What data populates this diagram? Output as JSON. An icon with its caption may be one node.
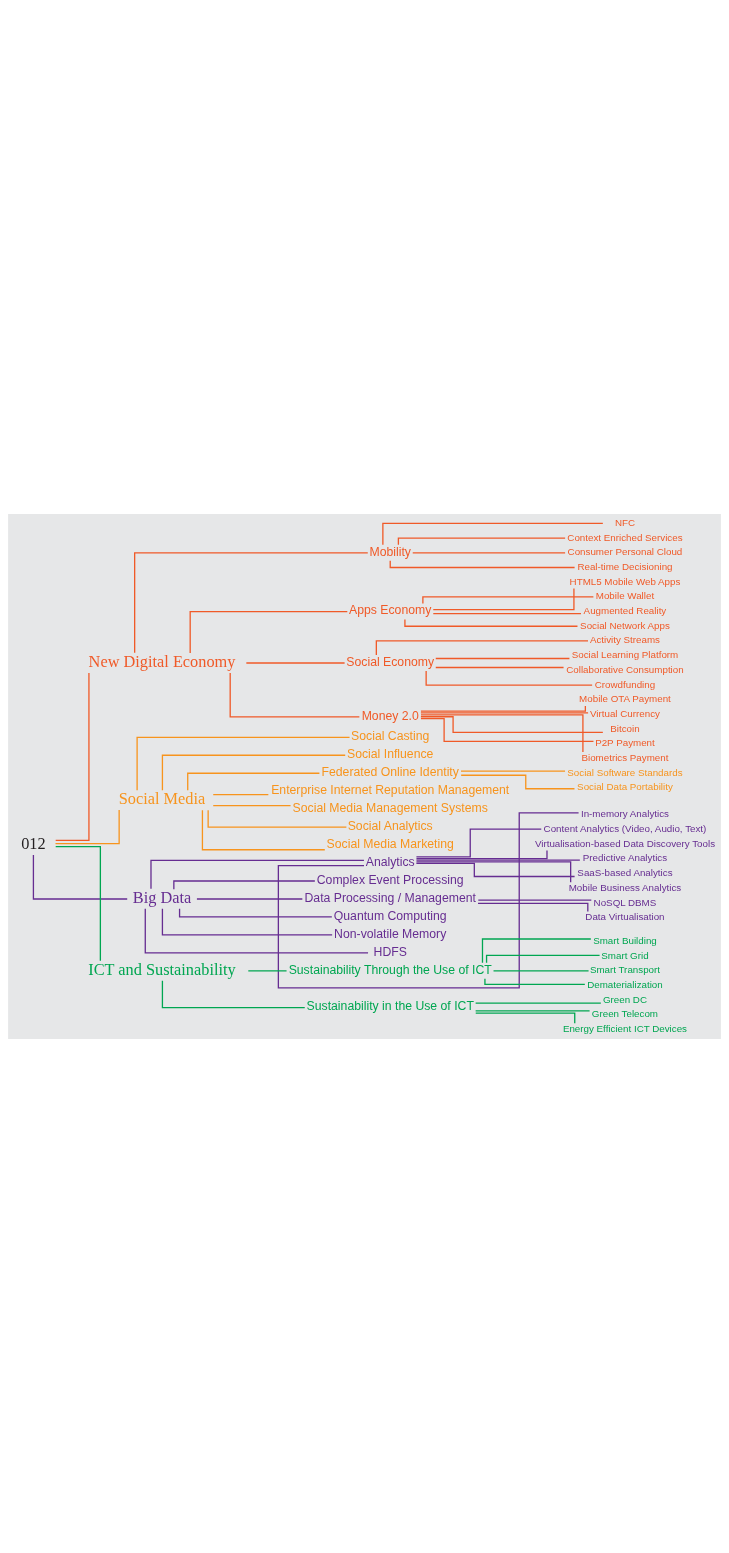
{
  "diagram": {
    "nodes": [
      {
        "text": [
          "012"
        ]
      },
      {
        "text": [
          "New Digital Economy"
        ]
      },
      {
        "text": [
          "Mobility"
        ]
      },
      {
        "text": [
          "NFC"
        ]
      },
      {
        "text": [
          "Context Enriched Services"
        ]
      },
      {
        "text": [
          "Consumer Personal Cloud"
        ]
      },
      {
        "text": [
          "Real-time Decisioning"
        ]
      },
      {
        "text": [
          "Apps Economy"
        ]
      },
      {
        "text": [
          "HTML5 Mobile Web Apps"
        ]
      },
      {
        "text": [
          "Mobile Wallet"
        ]
      },
      {
        "text": [
          "Augmented Reality"
        ]
      },
      {
        "text": [
          "Social Network Apps"
        ]
      },
      {
        "text": [
          "Social Economy"
        ]
      },
      {
        "text": [
          "Activity Streams"
        ]
      },
      {
        "text": [
          "Social Learning Platform"
        ]
      },
      {
        "text": [
          "Collaborative Consumption"
        ]
      },
      {
        "text": [
          "Crowdfunding"
        ]
      },
      {
        "text": [
          "Money 2.0"
        ]
      },
      {
        "text": [
          "Mobile OTA Payment"
        ]
      },
      {
        "text": [
          "Virtual Currency"
        ]
      },
      {
        "text": [
          "Bitcoin"
        ]
      },
      {
        "text": [
          "P2P Payment"
        ]
      },
      {
        "text": [
          "Biometrics Payment"
        ]
      },
      {
        "text": [
          "Social Media"
        ]
      },
      {
        "text": [
          "Social Casting"
        ]
      },
      {
        "text": [
          "Social Influence"
        ]
      },
      {
        "text": [
          "Federated Online Identity"
        ]
      },
      {
        "text": [
          "Social Software Standards"
        ]
      },
      {
        "text": [
          "Social Data Portability"
        ]
      },
      {
        "text": [
          "Enterprise Internet Reputation Management"
        ]
      },
      {
        "text": [
          "Social Media Management Systems"
        ]
      },
      {
        "text": [
          "Social Analytics"
        ]
      },
      {
        "text": [
          "Social Media Marketing"
        ]
      },
      {
        "text": [
          "Big Data"
        ]
      },
      {
        "text": [
          "Analytics"
        ]
      },
      {
        "text": [
          "In-memory Analytics"
        ]
      },
      {
        "text": [
          "Content Analytics (Video, Audio, Text)"
        ]
      },
      {
        "text": [
          "Virtualisation-based Data Discovery Tools"
        ]
      },
      {
        "text": [
          "Predictive Analytics"
        ]
      },
      {
        "text": [
          "SaaS-based Analytics"
        ]
      },
      {
        "text": [
          "Mobile Business Analytics"
        ]
      },
      {
        "text": [
          "Complex Event Processing"
        ]
      },
      {
        "text": [
          "Data Processing / Management"
        ]
      },
      {
        "text": [
          "NoSQL DBMS"
        ]
      },
      {
        "text": [
          "Data Virtualisation"
        ]
      },
      {
        "text": [
          "Quantum Computing"
        ]
      },
      {
        "text": [
          "Non-volatile Memory"
        ]
      },
      {
        "text": [
          "HDFS"
        ]
      },
      {
        "text": [
          "ICT and Sustainability"
        ]
      },
      {
        "text": [
          "Sustainability Through the Use of ICT"
        ]
      },
      {
        "text": [
          "Smart Building"
        ]
      },
      {
        "text": [
          "Smart Grid"
        ]
      },
      {
        "text": [
          "Smart Transport"
        ]
      },
      {
        "text": [
          "Dematerialization"
        ]
      },
      {
        "text": [
          "Sustainability in the Use of ICT"
        ]
      },
      {
        "text": [
          "Green DC"
        ]
      },
      {
        "text": [
          "Green Telecom"
        ]
      },
      {
        "text": [
          "Energy Efficient ICT Devices"
        ]
      }
    ],
    "edges": [
      {
        "from": 0,
        "to": 1,
        "arrow": "none",
        "color": "#f05a28"
      },
      {
        "from": 1,
        "to": 2,
        "arrow": "none",
        "color": "#f05a28"
      },
      {
        "from": 2,
        "to": 3,
        "arrow": "none",
        "color": "#f05a28"
      },
      {
        "from": 2,
        "to": 4,
        "arrow": "none",
        "color": "#f05a28"
      },
      {
        "from": 2,
        "to": 5,
        "arrow": "none",
        "color": "#f05a28"
      },
      {
        "from": 2,
        "to": 6,
        "arrow": "none",
        "color": "#f05a28"
      },
      {
        "from": 1,
        "to": 7,
        "arrow": "none",
        "color": "#f05a28"
      },
      {
        "from": 7,
        "to": 8,
        "arrow": "none",
        "color": "#f05a28"
      },
      {
        "from": 7,
        "to": 9,
        "arrow": "none",
        "color": "#f05a28"
      },
      {
        "from": 7,
        "to": 10,
        "arrow": "none",
        "color": "#f05a28"
      },
      {
        "from": 7,
        "to": 11,
        "arrow": "none",
        "color": "#f05a28"
      },
      {
        "from": 1,
        "to": 12,
        "arrow": "none",
        "color": "#f05a28"
      },
      {
        "from": 12,
        "to": 13,
        "arrow": "none",
        "color": "#f05a28"
      },
      {
        "from": 12,
        "to": 14,
        "arrow": "none",
        "color": "#f05a28"
      },
      {
        "from": 12,
        "to": 15,
        "arrow": "none",
        "color": "#f05a28"
      },
      {
        "from": 12,
        "to": 16,
        "arrow": "none",
        "color": "#f05a28"
      },
      {
        "from": 1,
        "to": 17,
        "arrow": "none",
        "color": "#f05a28"
      },
      {
        "from": 17,
        "to": 18,
        "arrow": "none",
        "color": "#f05a28"
      },
      {
        "from": 17,
        "to": 19,
        "arrow": "none",
        "color": "#f05a28"
      },
      {
        "from": 17,
        "to": 20,
        "arrow": "none",
        "color": "#f05a28"
      },
      {
        "from": 17,
        "to": 21,
        "arrow": "none",
        "color": "#f05a28"
      },
      {
        "from": 17,
        "to": 22,
        "arrow": "none",
        "color": "#f05a28"
      },
      {
        "from": 0,
        "to": 23,
        "arrow": "none",
        "color": "#f7941d"
      },
      {
        "from": 23,
        "to": 24,
        "arrow": "none",
        "color": "#f7941d"
      },
      {
        "from": 23,
        "to": 25,
        "arrow": "none",
        "color": "#f7941d"
      },
      {
        "from": 23,
        "to": 26,
        "arrow": "none",
        "color": "#f7941d"
      },
      {
        "from": 26,
        "to": 27,
        "arrow": "none",
        "color": "#f7941d"
      },
      {
        "from": 26,
        "to": 28,
        "arrow": "none",
        "color": "#f7941d"
      },
      {
        "from": 23,
        "to": 29,
        "arrow": "none",
        "color": "#f7941d"
      },
      {
        "from": 23,
        "to": 30,
        "arrow": "none",
        "color": "#f7941d"
      },
      {
        "from": 23,
        "to": 31,
        "arrow": "none",
        "color": "#f7941d"
      },
      {
        "from": 23,
        "to": 32,
        "arrow": "none",
        "color": "#f7941d"
      },
      {
        "from": 0,
        "to": 33,
        "arrow": "none",
        "color": "#662d91"
      },
      {
        "from": 33,
        "to": 34,
        "arrow": "none",
        "color": "#662d91"
      },
      {
        "from": 34,
        "to": 35,
        "arrow": "none",
        "color": "#662d91"
      },
      {
        "from": 34,
        "to": 36,
        "arrow": "none",
        "color": "#662d91"
      },
      {
        "from": 34,
        "to": 37,
        "arrow": "none",
        "color": "#662d91"
      },
      {
        "from": 34,
        "to": 38,
        "arrow": "none",
        "color": "#662d91"
      },
      {
        "from": 34,
        "to": 39,
        "arrow": "none",
        "color": "#662d91"
      },
      {
        "from": 34,
        "to": 40,
        "arrow": "none",
        "color": "#662d91"
      },
      {
        "from": 33,
        "to": 41,
        "arrow": "none",
        "color": "#662d91"
      },
      {
        "from": 33,
        "to": 42,
        "arrow": "none",
        "color": "#662d91"
      },
      {
        "from": 42,
        "to": 43,
        "arrow": "none",
        "color": "#662d91"
      },
      {
        "from": 42,
        "to": 44,
        "arrow": "none",
        "color": "#662d91"
      },
      {
        "from": 33,
        "to": 45,
        "arrow": "none",
        "color": "#662d91"
      },
      {
        "from": 33,
        "to": 46,
        "arrow": "none",
        "color": "#662d91"
      },
      {
        "from": 33,
        "to": 47,
        "arrow": "none",
        "color": "#662d91"
      },
      {
        "from": 0,
        "to": 48,
        "arrow": "none",
        "color": "#00a651"
      },
      {
        "from": 48,
        "to": 49,
        "arrow": "none",
        "color": "#00a651"
      },
      {
        "from": 49,
        "to": 50,
        "arrow": "none",
        "color": "#00a651"
      },
      {
        "from": 49,
        "to": 51,
        "arrow": "none",
        "color": "#00a651"
      },
      {
        "from": 49,
        "to": 52,
        "arrow": "none",
        "color": "#00a651"
      },
      {
        "from": 49,
        "to": 53,
        "arrow": "none",
        "color": "#00a651"
      },
      {
        "from": 48,
        "to": 54,
        "arrow": "none",
        "color": "#00a651"
      },
      {
        "from": 54,
        "to": 55,
        "arrow": "none",
        "color": "#00a651"
      },
      {
        "from": 54,
        "to": 56,
        "arrow": "none",
        "color": "#00a651"
      },
      {
        "from": 54,
        "to": 57,
        "arrow": "none",
        "color": "#00a651"
      }
    ]
  }
}
